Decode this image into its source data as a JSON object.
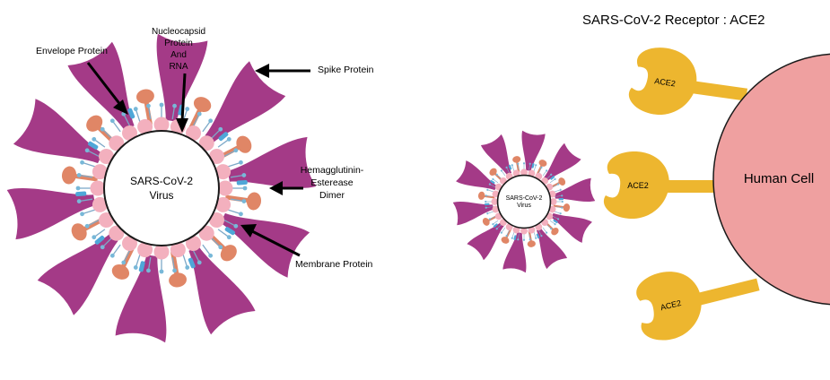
{
  "colors": {
    "spike": "#A43A87",
    "hemagglutinin": "#E08666",
    "envelope": "#4FA7D8",
    "membrane": "#78B8D8",
    "membrane_stub": "#7EA9C8",
    "capsid_bead": "#F3B0BE",
    "rna_line": "#1a1a1a",
    "cell": "#EFA0A0",
    "ace2": "#EDB62F",
    "text": "#000000"
  },
  "left_diagram": {
    "virus_label_line1": "SARS-CoV-2",
    "virus_label_line2": "Virus",
    "labels": {
      "envelope": "Envelope Protein",
      "nucleocapsid_1": "Nucleocapsid",
      "nucleocapsid_2": "Protein",
      "nucleocapsid_3": "And",
      "nucleocapsid_4": "RNA",
      "spike": "Spike Protein",
      "hemagglutinin_1": "Hemagglutinin-",
      "hemagglutinin_2": "Esterease",
      "hemagglutinin_3": "Dimer",
      "membrane": "Membrane Protein"
    }
  },
  "right_diagram": {
    "title": "SARS-CoV-2 Receptor : ACE2",
    "small_virus_line1": "SARS-CoV-2",
    "small_virus_line2": "Virus",
    "cell_label": "Human Cell",
    "receptor_1": "ACE2",
    "receptor_2": "ACE2",
    "receptor_3": "ACE2"
  }
}
